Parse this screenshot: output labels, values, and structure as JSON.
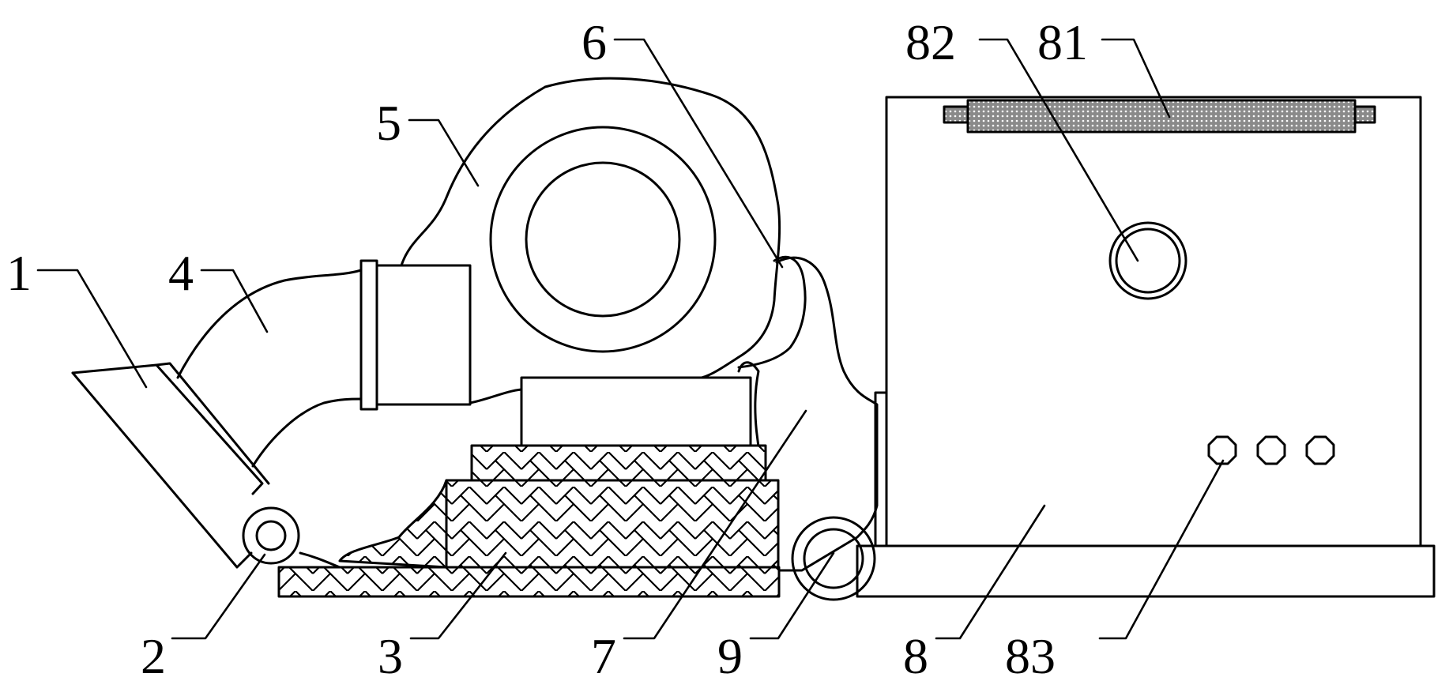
{
  "labels": {
    "l1": "1",
    "l2": "2",
    "l3": "3",
    "l4": "4",
    "l5": "5",
    "l6": "6",
    "l7": "7",
    "l8": "8",
    "l9": "9",
    "l81": "81",
    "l82": "82",
    "l83": "83"
  },
  "colors": {
    "stroke": "#000000",
    "background": "#ffffff",
    "screen_fill": "#8a8a8a"
  }
}
